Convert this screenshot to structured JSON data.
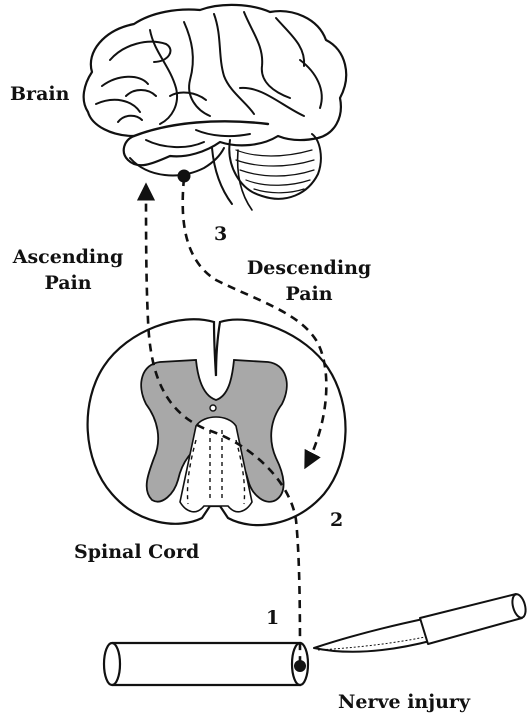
{
  "labels": {
    "brain": "Brain",
    "ascending_line1": "Ascending",
    "ascending_line2": "Pain",
    "descending_line1": "Descending",
    "descending_line2": "Pain",
    "spinal_cord": "Spinal Cord",
    "nerve_injury": "Nerve injury",
    "step1": "1",
    "step2": "2",
    "step3": "3"
  },
  "colors": {
    "outline": "#111111",
    "gray_matter": "#a8a8a8",
    "background": "#ffffff"
  }
}
